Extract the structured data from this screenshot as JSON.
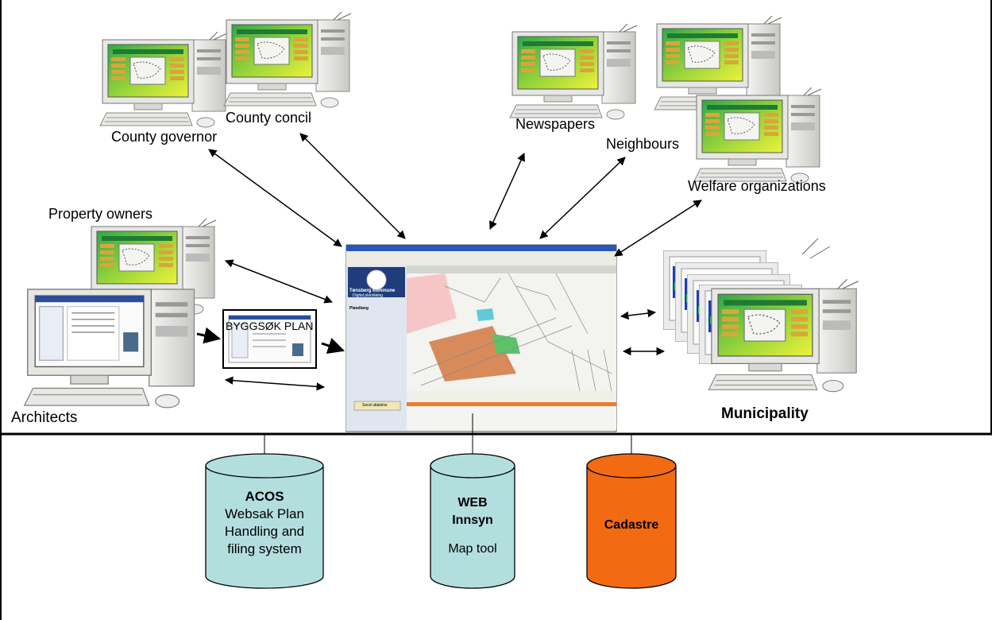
{
  "labels": {
    "county_governor": "County governor",
    "county_council": "County concil",
    "newspapers": "Newspapers",
    "neighbours": "Neighbours",
    "welfare_organizations": "Welfare organizations",
    "property_owners": "Property owners",
    "architects": "Architects",
    "municipality": "Municipality",
    "byggsok": "BYGGSØK PLAN"
  },
  "central_app": {
    "title": "Tønsberg kommune",
    "subtitle": "Digital plandialog",
    "section": "Plandiang",
    "button": "Send uttalelse"
  },
  "databases": {
    "acos": {
      "line1": "ACOS",
      "line2": "Websak Plan",
      "line3": "Handling and",
      "line4": "filing system"
    },
    "web": {
      "line1": "WEB",
      "line2": "Innsyn",
      "line3": "Map tool"
    },
    "cadastre": {
      "line1": "Cadastre"
    }
  },
  "colors": {
    "cylinder_blue": "#b3dede",
    "cylinder_orange": "#f26a12",
    "screen_green_top": "#2ea84a",
    "screen_yellow": "#e8f03a"
  }
}
